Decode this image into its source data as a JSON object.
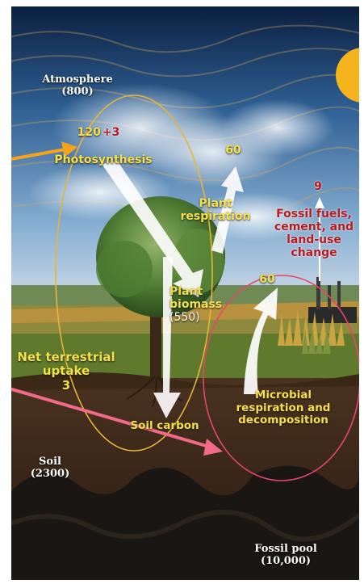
{
  "atmosphere": {
    "label": "Atmosphere",
    "value": "(800)"
  },
  "photosynthesis": {
    "value_main": "120",
    "value_extra": "+3",
    "label": "Photosynthesis"
  },
  "plant_respiration": {
    "value": "60",
    "label_line1": "Plant",
    "label_line2": "respiration"
  },
  "fossil_fuels": {
    "value": "9",
    "line1": "Fossil fuels,",
    "line2": "cement, and",
    "line3": "land-use",
    "line4": "change"
  },
  "plant_biomass": {
    "line1": "Plant",
    "line2": "biomass",
    "value": "(550)"
  },
  "net_uptake": {
    "line1": "Net terrestrial",
    "line2": "uptake",
    "value": "3"
  },
  "microbial": {
    "value": "60",
    "line1": "Microbial",
    "line2": "respiration and",
    "line3": "decomposition"
  },
  "soil_carbon": {
    "label": "Soil carbon"
  },
  "soil": {
    "label": "Soil",
    "value": "(2300)"
  },
  "fossil_pool": {
    "label": "Fossil pool",
    "value": "(10,000)"
  },
  "colors": {
    "label_yellow": "#f4e04a",
    "label_red": "#b8191f",
    "left_oval": "#e6b53a",
    "right_oval": "#e8456a",
    "orange_arrow": "#f7a21b",
    "pink_arrow": "#f06a8a",
    "sun": "#f5b41e"
  }
}
